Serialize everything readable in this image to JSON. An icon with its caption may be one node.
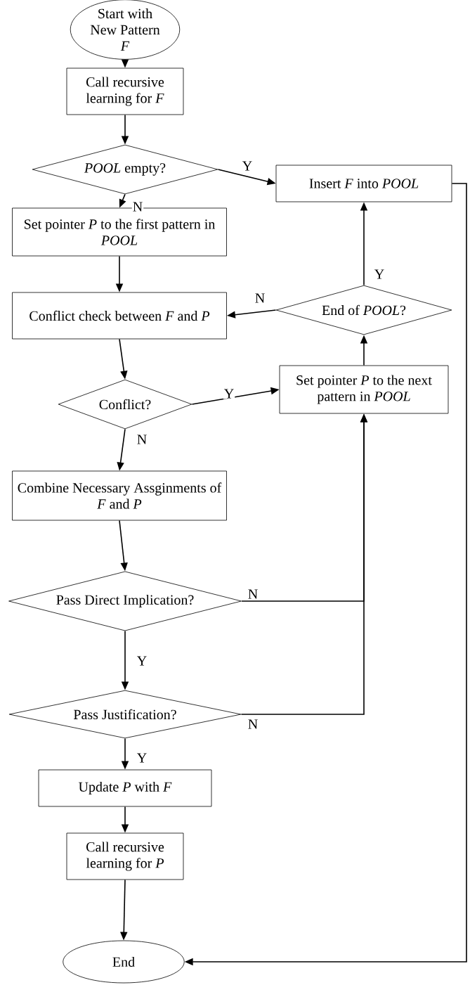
{
  "diagram": {
    "nodes": [
      {
        "text": [
          "Start with New Pattern *F*"
        ]
      },
      {
        "text": [
          "Call recursive learning for *F*"
        ]
      },
      {
        "text": [
          "*POOL* empty?"
        ]
      },
      {
        "text": [
          "Insert *F* into *POOL*"
        ]
      },
      {
        "text": [
          "Set pointer *P* to the first pattern in *POOL*"
        ]
      },
      {
        "text": [
          "Conflict check between *F* and *P*"
        ]
      },
      {
        "text": [
          "End of *POOL*?"
        ]
      },
      {
        "text": [
          "Conflict?"
        ]
      },
      {
        "text": [
          "Set pointer *P* to the next pattern in *POOL*"
        ]
      },
      {
        "text": [
          "Combine Necessary Assginments of *F* and *P*"
        ]
      },
      {
        "text": [
          "Pass Direct Implication?"
        ]
      },
      {
        "text": [
          "Pass Justification?"
        ]
      },
      {
        "text": [
          "Update *P* with *F*"
        ]
      },
      {
        "text": [
          "Call recursive learning for *P*"
        ]
      },
      {
        "text": [
          "End"
        ]
      }
    ],
    "edges": [
      {
        "from": 0,
        "to": 1,
        "arrow": "to"
      },
      {
        "from": 1,
        "to": 2,
        "arrow": "to"
      },
      {
        "from": 2,
        "to": 3,
        "arrow": "to",
        "label": "Y"
      },
      {
        "from": 2,
        "to": 4,
        "arrow": "to",
        "label": "N"
      },
      {
        "from": 4,
        "to": 5,
        "arrow": "to"
      },
      {
        "from": 6,
        "to": 5,
        "arrow": "to",
        "label": "N"
      },
      {
        "from": 6,
        "to": 3,
        "arrow": "to",
        "label": "Y"
      },
      {
        "from": 5,
        "to": 7,
        "arrow": "to"
      },
      {
        "from": 7,
        "to": 8,
        "arrow": "to",
        "label": "Y"
      },
      {
        "from": 8,
        "to": 6,
        "arrow": "to"
      },
      {
        "from": 7,
        "to": 9,
        "arrow": "to",
        "label": "N"
      },
      {
        "from": 9,
        "to": 10,
        "arrow": "to"
      },
      {
        "from": 10,
        "to": 8,
        "arrow": "to",
        "label": "N"
      },
      {
        "from": 10,
        "to": 11,
        "arrow": "to",
        "label": "Y"
      },
      {
        "from": 11,
        "to": 8,
        "arrow": "to",
        "label": "N"
      },
      {
        "from": 11,
        "to": 12,
        "arrow": "to",
        "label": "Y"
      },
      {
        "from": 12,
        "to": 13,
        "arrow": "to"
      },
      {
        "from": 13,
        "to": 14,
        "arrow": "to"
      },
      {
        "from": 3,
        "to": 14,
        "arrow": "to"
      }
    ]
  }
}
